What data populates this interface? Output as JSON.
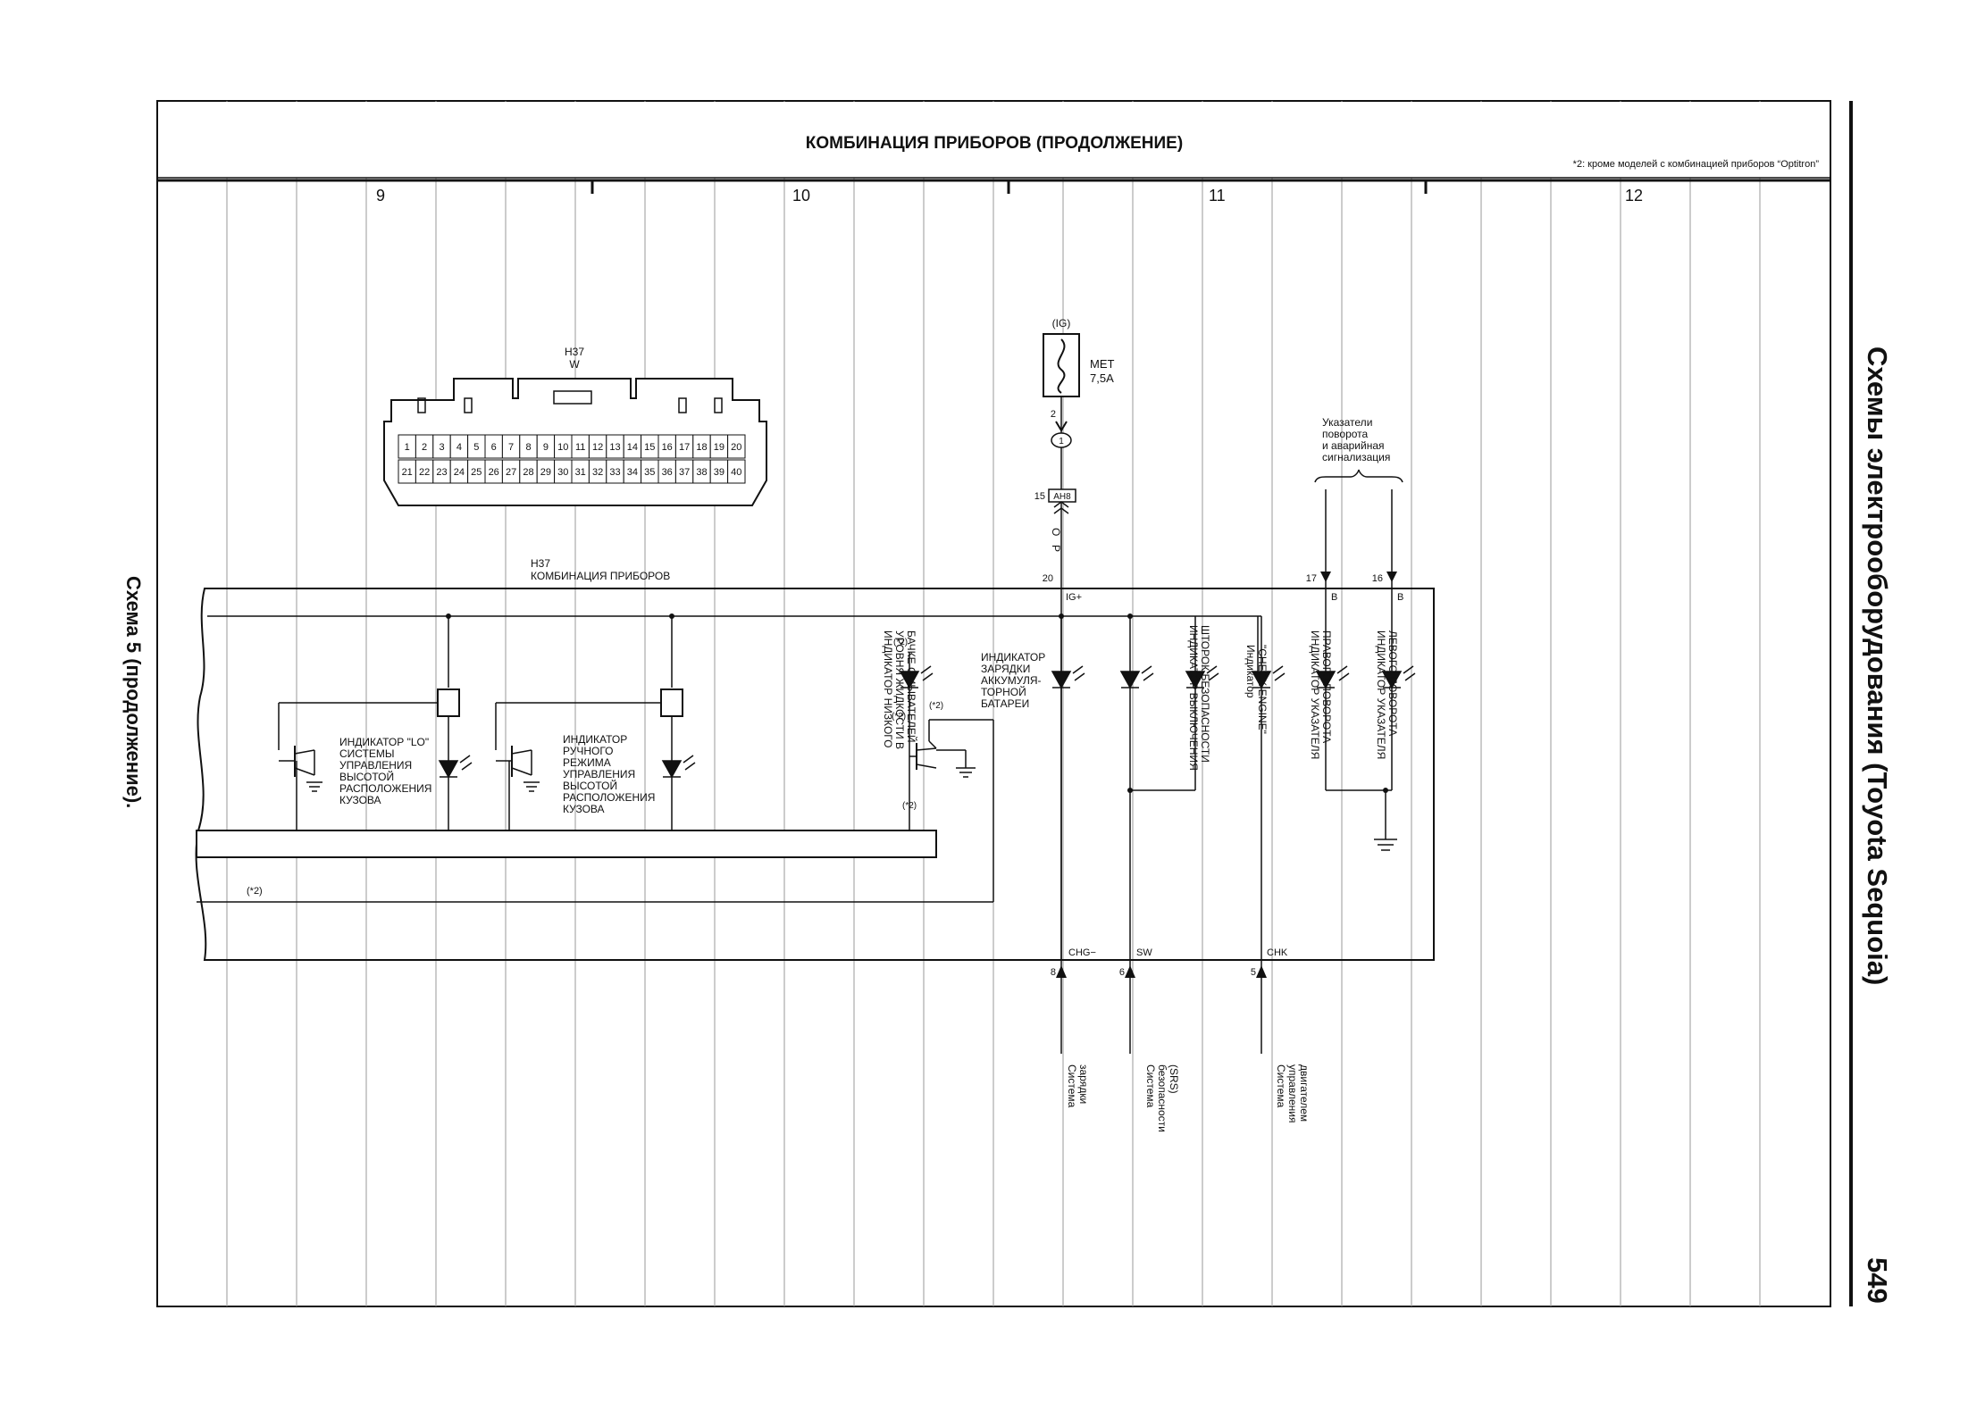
{
  "header": {
    "title": "КОМБИНАЦИЯ ПРИБОРОВ (ПРОДОЛЖЕНИЕ)",
    "footnote": "*2: кроме моделей с комбинацией приборов “Optitron”"
  },
  "columns": [
    "9",
    "10",
    "11",
    "12"
  ],
  "side": {
    "left_caption": "Схема 5 (продолжение).",
    "right_caption": "Схемы электрооборудования (Toyota Sequoia)",
    "page_number": "549"
  },
  "connector": {
    "code": "H37",
    "color": "W",
    "pins_top": [
      "1",
      "2",
      "3",
      "4",
      "5",
      "6",
      "7",
      "8",
      "9",
      "10",
      "11",
      "12",
      "13",
      "14",
      "15",
      "16",
      "17",
      "18",
      "19",
      "20"
    ],
    "pins_bottom": [
      "21",
      "22",
      "23",
      "24",
      "25",
      "26",
      "27",
      "28",
      "29",
      "30",
      "31",
      "32",
      "33",
      "34",
      "35",
      "36",
      "37",
      "38",
      "39",
      "40"
    ]
  },
  "fuse": {
    "source": "(IG)",
    "name": "MET",
    "rating": "7,5A",
    "pin": "2",
    "junction": "1",
    "connector_pin": "15",
    "connector_name": "AH8",
    "wire1": "O",
    "wire2": "P"
  },
  "component": {
    "code": "H37",
    "name": "КОМБИНАЦИЯ ПРИБОРОВ",
    "ig_pin": "20",
    "ig_label": "IG+",
    "pin17": "17",
    "pin16": "16",
    "b_label": "B",
    "chg_label": "CHG−",
    "sw_label": "SW",
    "chk_label": "CHK",
    "chg_pin": "8",
    "sw_pin": "6",
    "chk_pin": "5"
  },
  "turn": {
    "l1": "Указатели",
    "l2": "поворота",
    "l3": "и аварийная",
    "l4": "сигнализация"
  },
  "notes": {
    "mark": "(*2)"
  },
  "labels": {
    "lo": [
      "ИНДИКАТОР \"LO\"",
      "СИСТЕМЫ",
      "УПРАВЛЕНИЯ",
      "ВЫСОТОЙ",
      "РАСПОЛОЖЕНИЯ",
      "КУЗОВА"
    ],
    "manual": [
      "ИНДИКАТОР",
      "РУЧНОГО",
      "РЕЖИМА",
      "УПРАВЛЕНИЯ",
      "ВЫСОТОЙ",
      "РАСПОЛОЖЕНИЯ",
      "КУЗОВА"
    ],
    "washer": [
      "ИНДИКАТОР НИЗКОГО",
      "УРОВНЯ ЖИДКОСТИ В",
      "БАЧКЕ ОМЫВАТЕЛЕЙ"
    ],
    "charge": [
      "ИНДИКАТОР",
      "ЗАРЯДКИ",
      "АККУМУЛЯ-",
      "ТОРНОЙ",
      "БАТАРЕИ"
    ],
    "srs": [
      "ИНДИКАТОР ВЫКЛЮЧЕНИЯ",
      "ШТОРОК БЕЗОПАСНОСТИ"
    ],
    "check": [
      "Индикатор",
      "\"CHECK ENGINE\""
    ],
    "right_turn": [
      "ИНДИКАТОР УКАЗАТЕЛЯ",
      "ПРАВОГО ПОВОРОТА"
    ],
    "left_turn": [
      "ИНДИКАТОР УКАЗАТЕЛЯ",
      "ЛЕВОГО ПОВОРОТА"
    ],
    "sys_charge": [
      "Система",
      "зарядки"
    ],
    "sys_srs": [
      "Система",
      "безопасности",
      "(SRS)"
    ],
    "sys_engine": [
      "Система",
      "управления",
      "двигателем"
    ]
  }
}
